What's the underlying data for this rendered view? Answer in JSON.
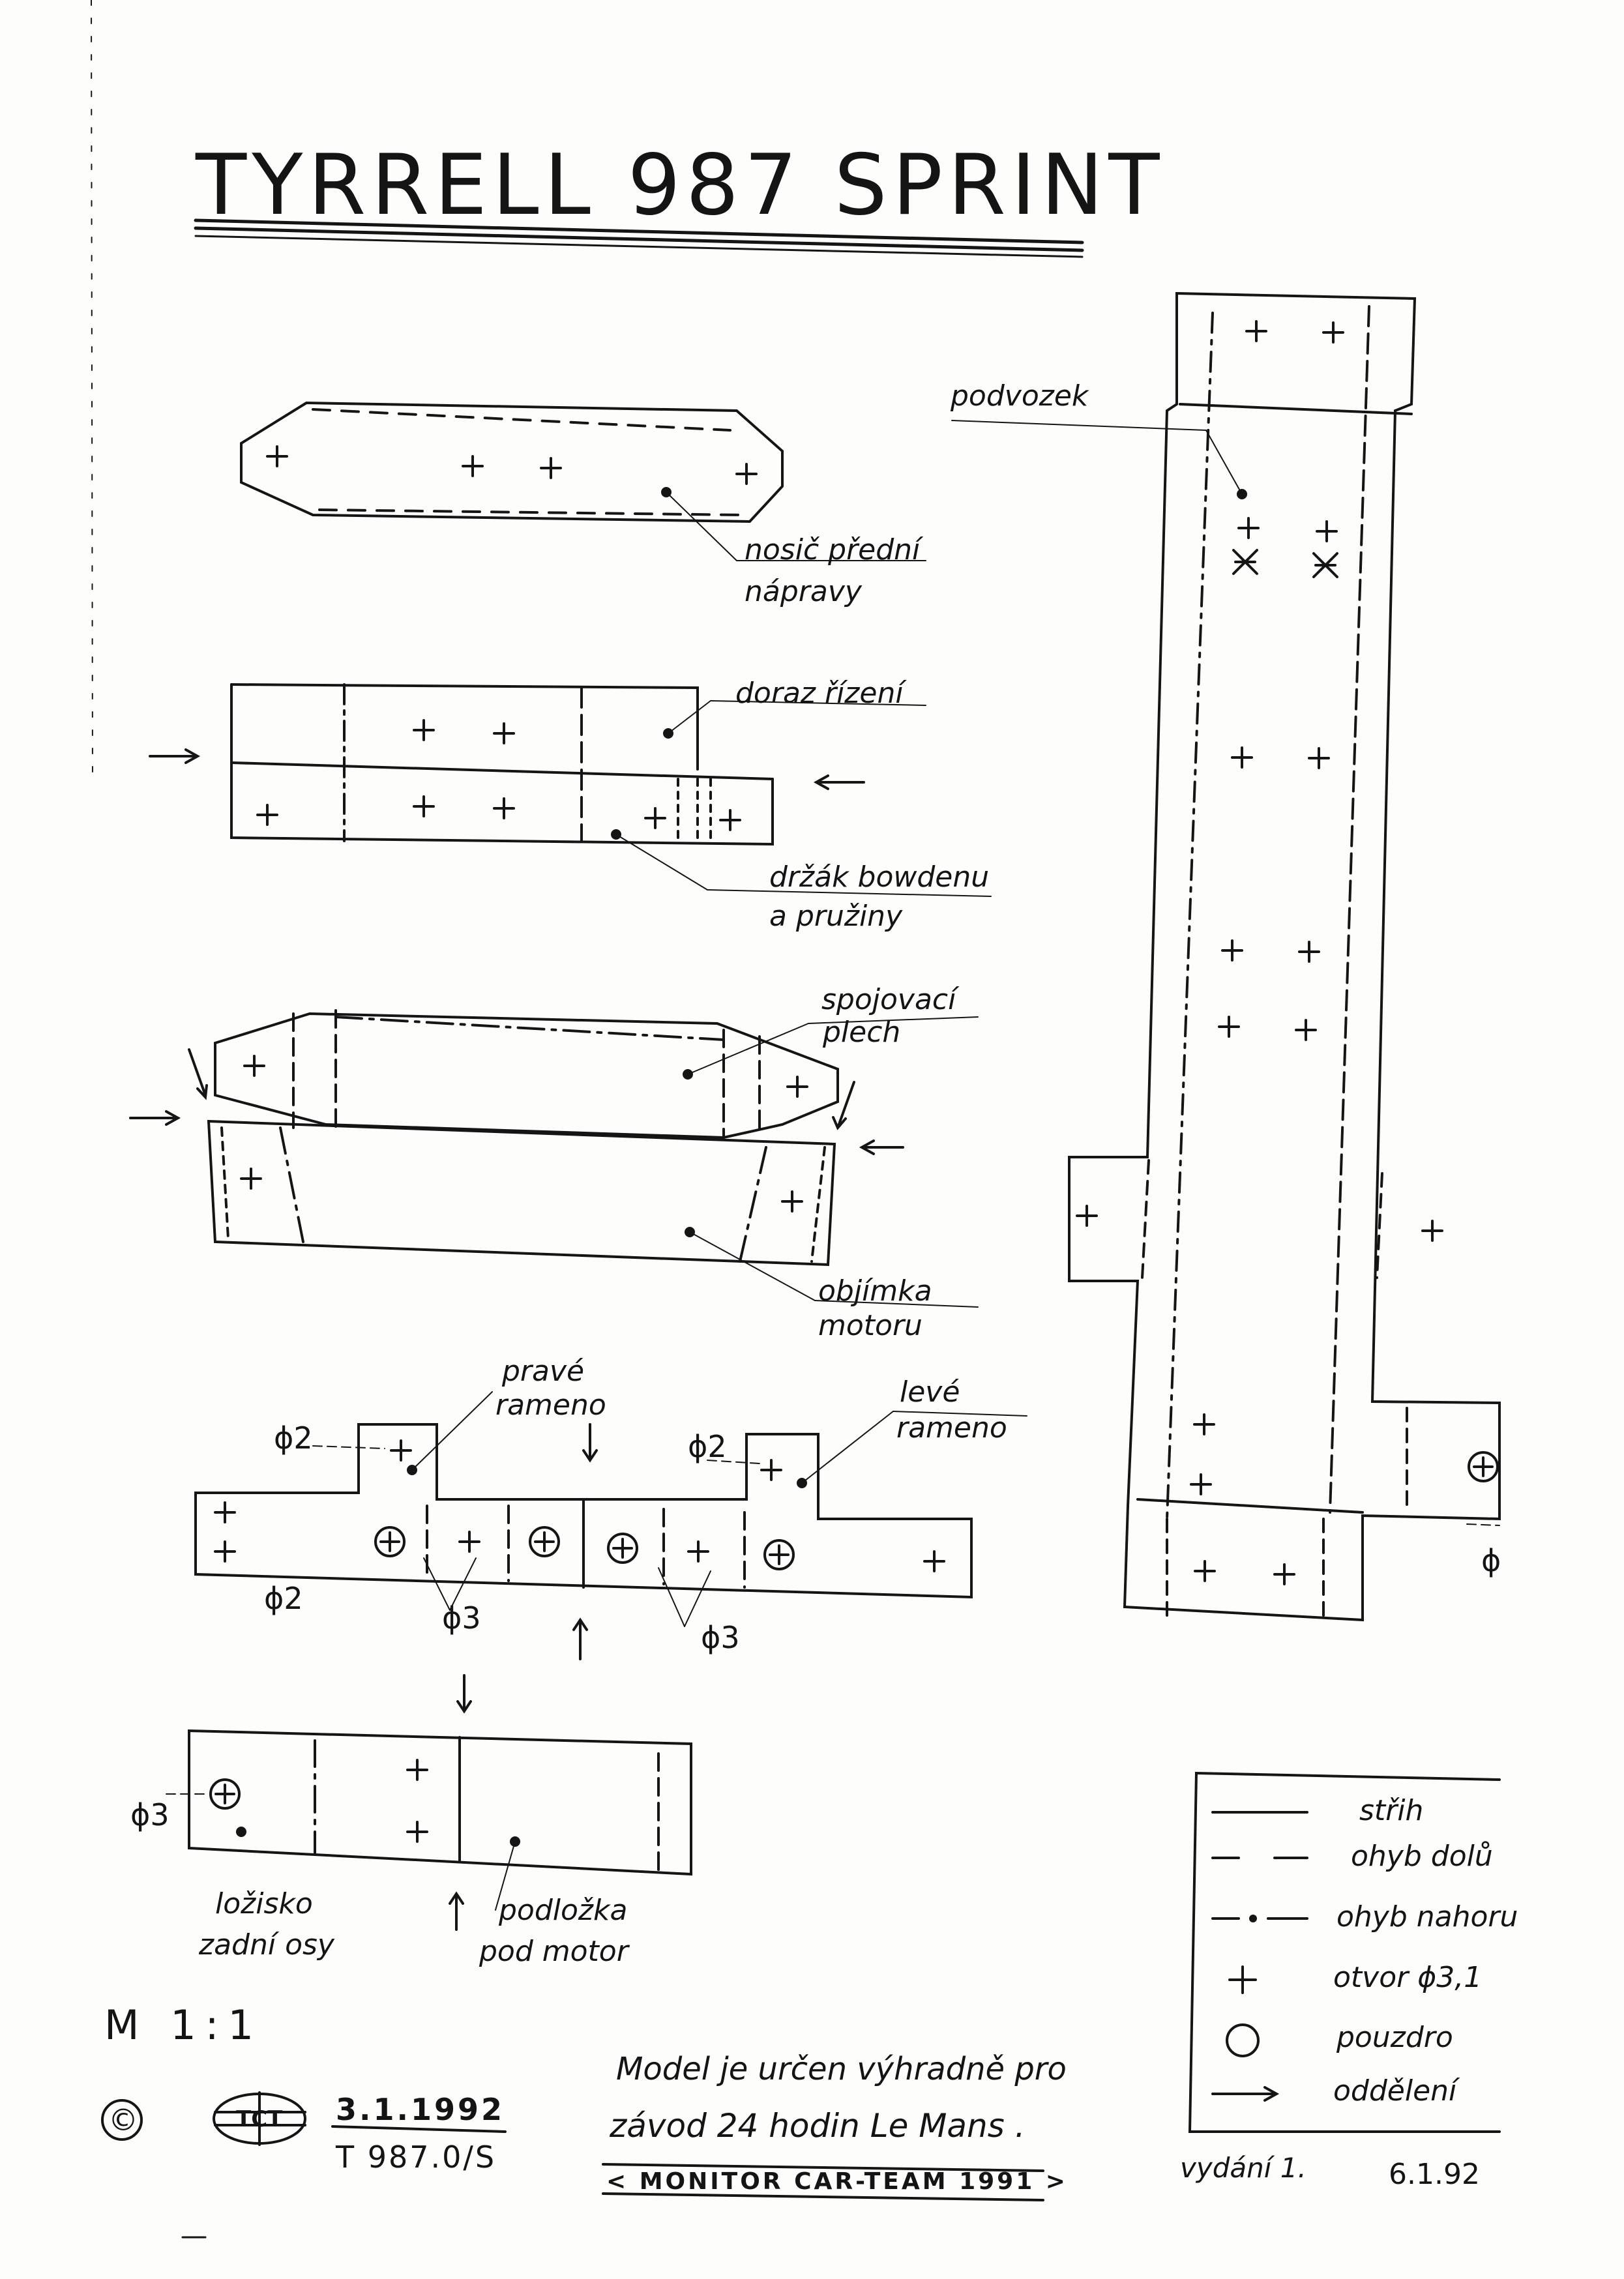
{
  "title": "TYRRELL 987 SPRINT",
  "labels": {
    "podvozek": "podvozek",
    "nosic_1": "nosič přední",
    "nosic_2": "nápravy",
    "doraz": "doraz řízení",
    "drzak_1": "držák bowdenu",
    "drzak_2": "a pružiny",
    "spojovaci_1": "spojovací",
    "spojovaci_2": "plech",
    "objimka_1": "objímka",
    "objimka_2": "motoru",
    "prave_1": "pravé",
    "prave_2": "rameno",
    "leve_1": "levé",
    "leve_2": "rameno",
    "lozisko_1": "ložisko",
    "lozisko_2": "zadní osy",
    "podlozka_1": "podložka",
    "podlozka_2": "pod motor"
  },
  "dimensions": {
    "phi2": "ϕ2",
    "phi3": "ϕ3",
    "phi_partial": "ϕ"
  },
  "legend": {
    "items": [
      {
        "symbol": "solid-line",
        "text": "střih"
      },
      {
        "symbol": "dashed-line",
        "text": "ohyb dolů"
      },
      {
        "symbol": "dash-dot-line",
        "text": "ohyb nahoru"
      },
      {
        "symbol": "plus",
        "text": "otvor ϕ3,1"
      },
      {
        "symbol": "circle",
        "text": "pouzdro"
      },
      {
        "symbol": "arrow",
        "text": "oddělení"
      }
    ]
  },
  "footer": {
    "scale": "M 1:1",
    "copyright": "©",
    "logo": "TCT",
    "date": "3.1.1992",
    "code": "T 987.0/S",
    "note_1": "Model je určen výhradně pro",
    "note_2": "závod 24 hodin Le Mans .",
    "team": "< MONITOR CAR-TEAM 1991 >",
    "edition": "vydání 1.",
    "edition_date": "6.1.92"
  }
}
